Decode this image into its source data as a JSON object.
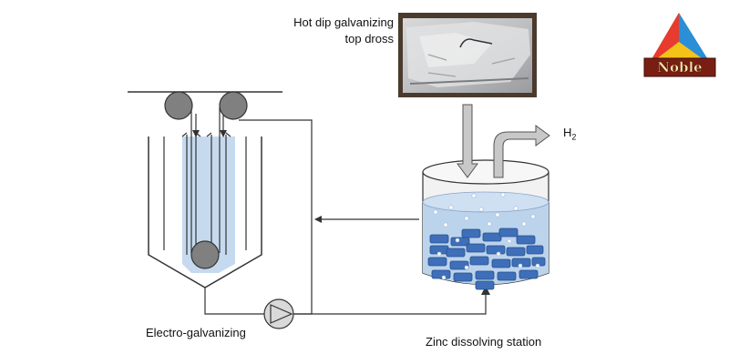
{
  "labels": {
    "dross_line1": "Hot dip galvanizing",
    "dross_line2": "top dross",
    "electro_galvanizing": "Electro-galvanizing",
    "zinc_dissolving_station": "Zinc dissolving station",
    "h2_base": "H",
    "h2_sub": "2"
  },
  "logo": {
    "text": "Noble",
    "colors": {
      "left": "#e63b2e",
      "right": "#2a8fd6",
      "top": "#f3c319",
      "band": "#7a1e14"
    }
  },
  "colors": {
    "solution": "#bcd3ec",
    "zinc_block": "#3f6fb8",
    "roller": "#808080",
    "arrow_fill": "#c8c8c8",
    "line": "#333333"
  },
  "icons": {
    "pump": "pump-icon",
    "dross_photo": "dross-photo-icon",
    "logo": "noble-logo-icon"
  }
}
